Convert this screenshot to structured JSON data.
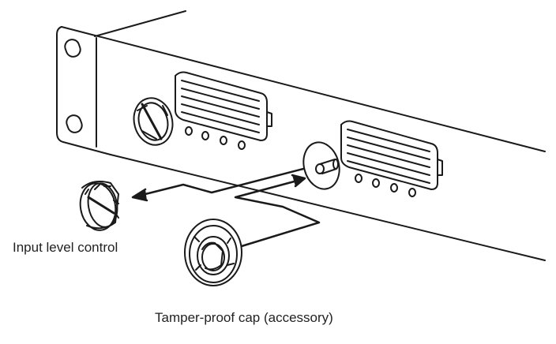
{
  "labels": {
    "input_level_control": "Input level control",
    "tamper_proof_cap": "Tamper-proof cap (accessory)"
  },
  "colors": {
    "line": "#1a1a1a",
    "background": "#ffffff"
  },
  "icons": [
    "rack-panel",
    "level-knob",
    "led-indicator",
    "vent-slot",
    "tamper-proof-cap",
    "arrow"
  ]
}
